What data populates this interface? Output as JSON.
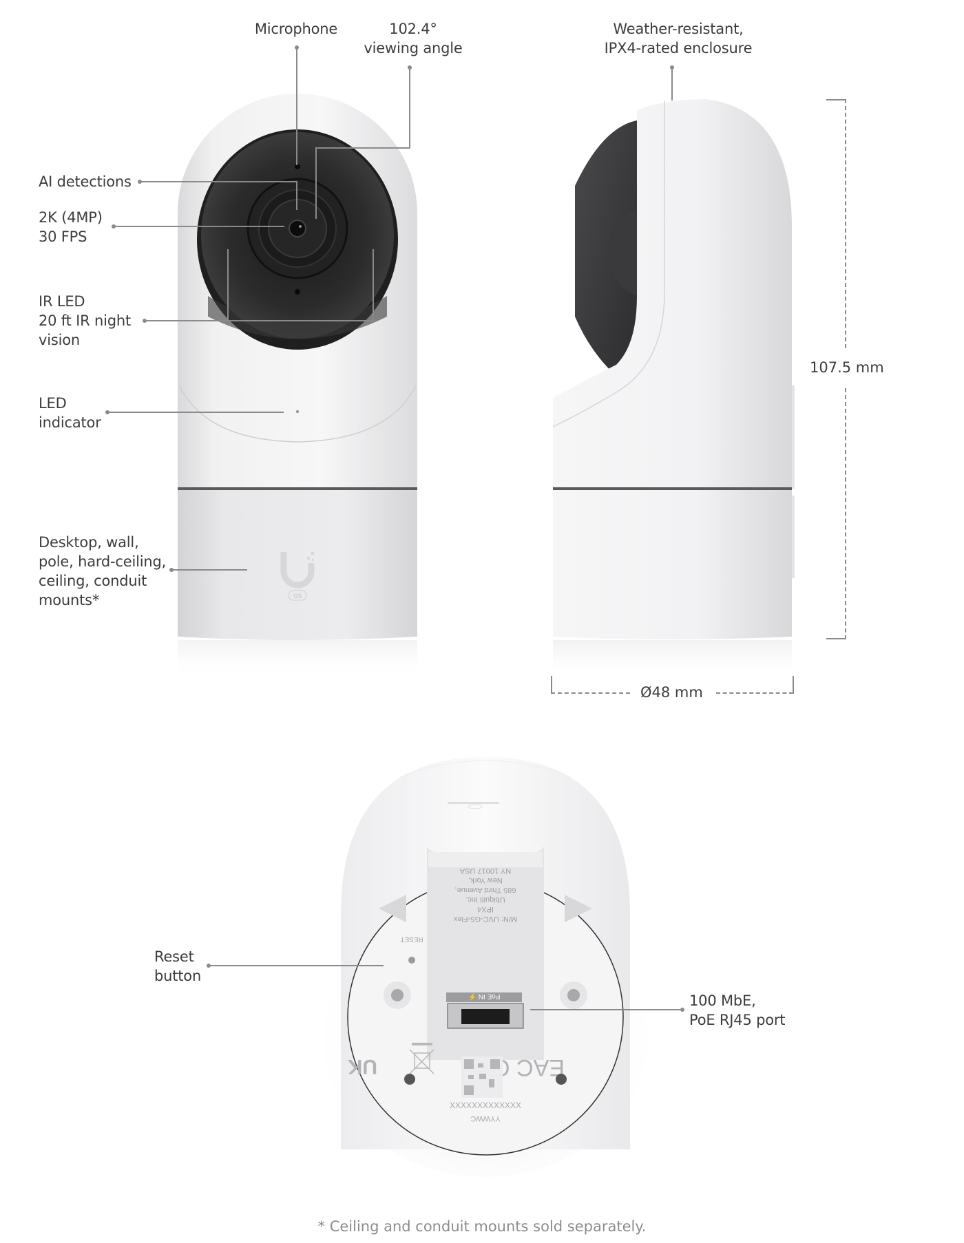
{
  "product": {
    "model": "UVC-G5-Flex",
    "logo_badge": "G5"
  },
  "front_view": {
    "callouts": {
      "microphone": "Microphone",
      "viewing_angle": "102.4°\nviewing angle",
      "ai_detections": "AI detections",
      "resolution": "2K (4MP)\n30 FPS",
      "ir_led": "IR LED\n20 ft IR night\nvision",
      "led_indicator": "LED\nindicator",
      "mounts": "Desktop, wall,\npole, hard-ceiling,\nceiling, conduit\nmounts*"
    }
  },
  "side_view": {
    "callouts": {
      "enclosure": "Weather-resistant,\nIPX4-rated enclosure"
    },
    "dimensions": {
      "height": "107.5 mm",
      "diameter": "Ø48 mm"
    }
  },
  "bottom_view": {
    "callouts": {
      "reset": "Reset\nbutton",
      "port": "100 MbE,\nPoE RJ45 port"
    },
    "label_plate": {
      "lines": [
        "M/N: UVC-G5-Flex",
        "IPX4",
        "Ubiquiti Inc.",
        "685 Third Avenue,",
        "New York,",
        "NY 10017 USA"
      ],
      "reset_text": "RESET",
      "poe_text": "PoE IN ⚡",
      "serial": "XXXXXXXXXXXXX",
      "date_code": "YYWWC",
      "marks": [
        "UKCA",
        "CE",
        "EAC"
      ]
    }
  },
  "footnote": "* Ceiling and conduit mounts sold separately.",
  "colors": {
    "callout_line": "#8a8a8a",
    "text": "#3d3d3d",
    "footnote": "#8c8c8c",
    "body_white": "#f4f4f5",
    "lens_dark": "#2a2a2a"
  }
}
